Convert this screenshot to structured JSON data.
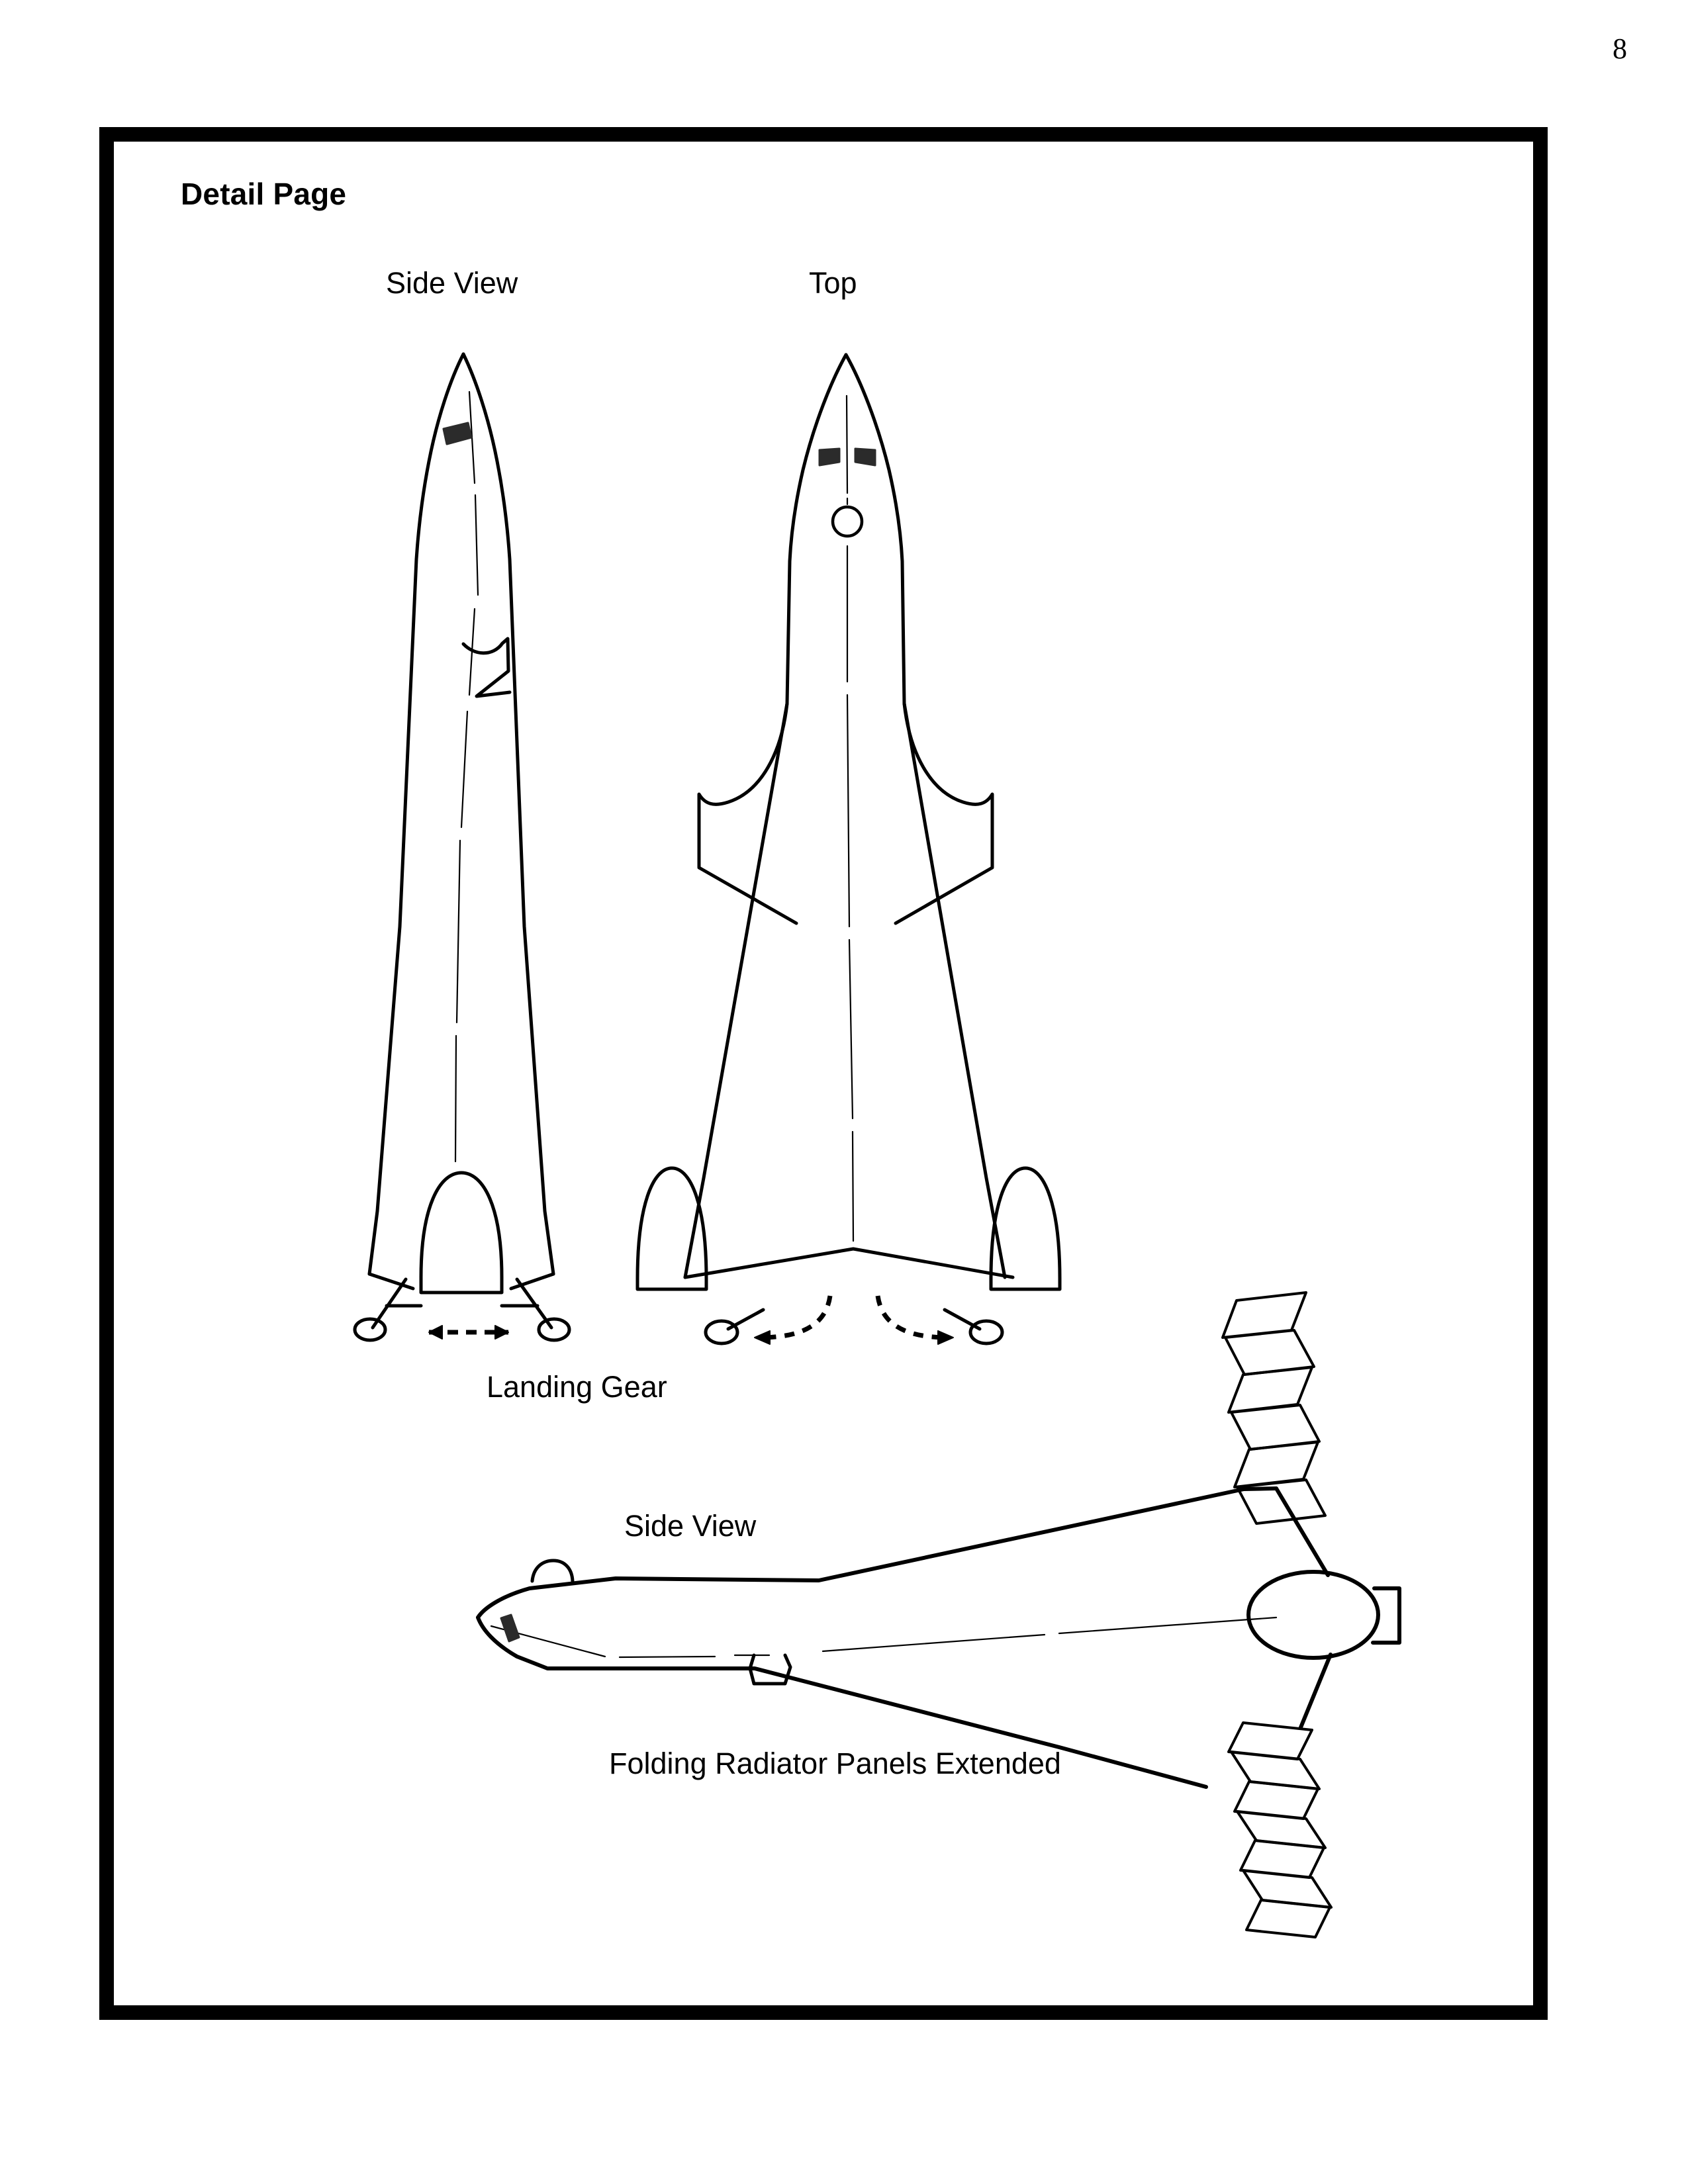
{
  "page": {
    "number": "8",
    "title": "Detail Page"
  },
  "figures": {
    "side_view_upper": {
      "label": "Side View",
      "parts": {
        "nose_cone": "nose-cone",
        "cockpit_window": "cockpit-window",
        "centerline": "centerline",
        "intake_scoop": "intake-scoop",
        "engine_bell": "engine-bell",
        "gear_strut": "landing-gear-strut",
        "gear_wheel": "landing-gear-wheel",
        "track_dimension_arrow": "track-dimension-arrow"
      }
    },
    "top_view": {
      "label": "Top",
      "parts": {
        "nose_cone": "nose-cone",
        "cockpit_window_left": "cockpit-window-left",
        "cockpit_window_right": "cockpit-window-right",
        "hatch": "circular-hatch",
        "centerline": "centerline",
        "canard_left": "canard-left",
        "canard_right": "canard-right",
        "engine_bell_left": "engine-bell-left",
        "engine_bell_right": "engine-bell-right",
        "gear_swing_arrow_left": "gear-swing-arrow-left",
        "gear_swing_arrow_right": "gear-swing-arrow-right"
      }
    },
    "landing_gear_caption": "Landing Gear",
    "side_view_lower": {
      "label": "Side View",
      "caption": "Folding Radiator Panels Extended",
      "parts": {
        "nose": "nose",
        "cockpit_window": "cockpit-window",
        "dorsal_dome": "dorsal-dome",
        "ventral_fairing": "ventral-fairing",
        "engine_bell": "engine-bell",
        "nozzle_extension": "nozzle-extension",
        "radiator_panels_upper": "folding-radiator-panels-upper",
        "radiator_panels_lower": "folding-radiator-panels-lower"
      }
    }
  },
  "colors": {
    "ink": "#000000",
    "paper": "#ffffff",
    "window_fill": "#2b2b2b"
  }
}
